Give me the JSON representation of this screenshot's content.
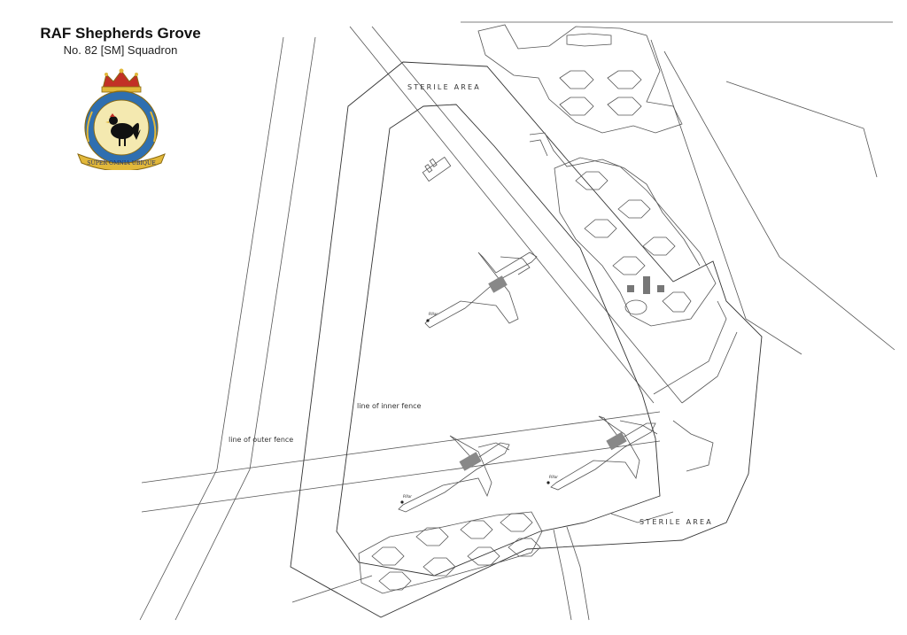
{
  "header": {
    "title": "RAF Shepherds Grove",
    "subtitle": "No. 82 [SM] Squadron"
  },
  "crest": {
    "motto": "SUPER OMNIA UBIQUE",
    "icon": "rooster-crest-icon",
    "colors": {
      "gold": "#e2b83a",
      "blue": "#2f6fb0",
      "crown_red": "#c23026",
      "black": "#111111"
    }
  },
  "map_labels": {
    "sterile_area_top": "STERILE AREA",
    "sterile_area_bottom": "STERILE AREA",
    "inner_fence": "line of inner fence",
    "outer_fence": "line of outer fence",
    "pillar_1": "Pillar",
    "pillar_2": "Pillar",
    "pillar_3": "Pillar"
  }
}
